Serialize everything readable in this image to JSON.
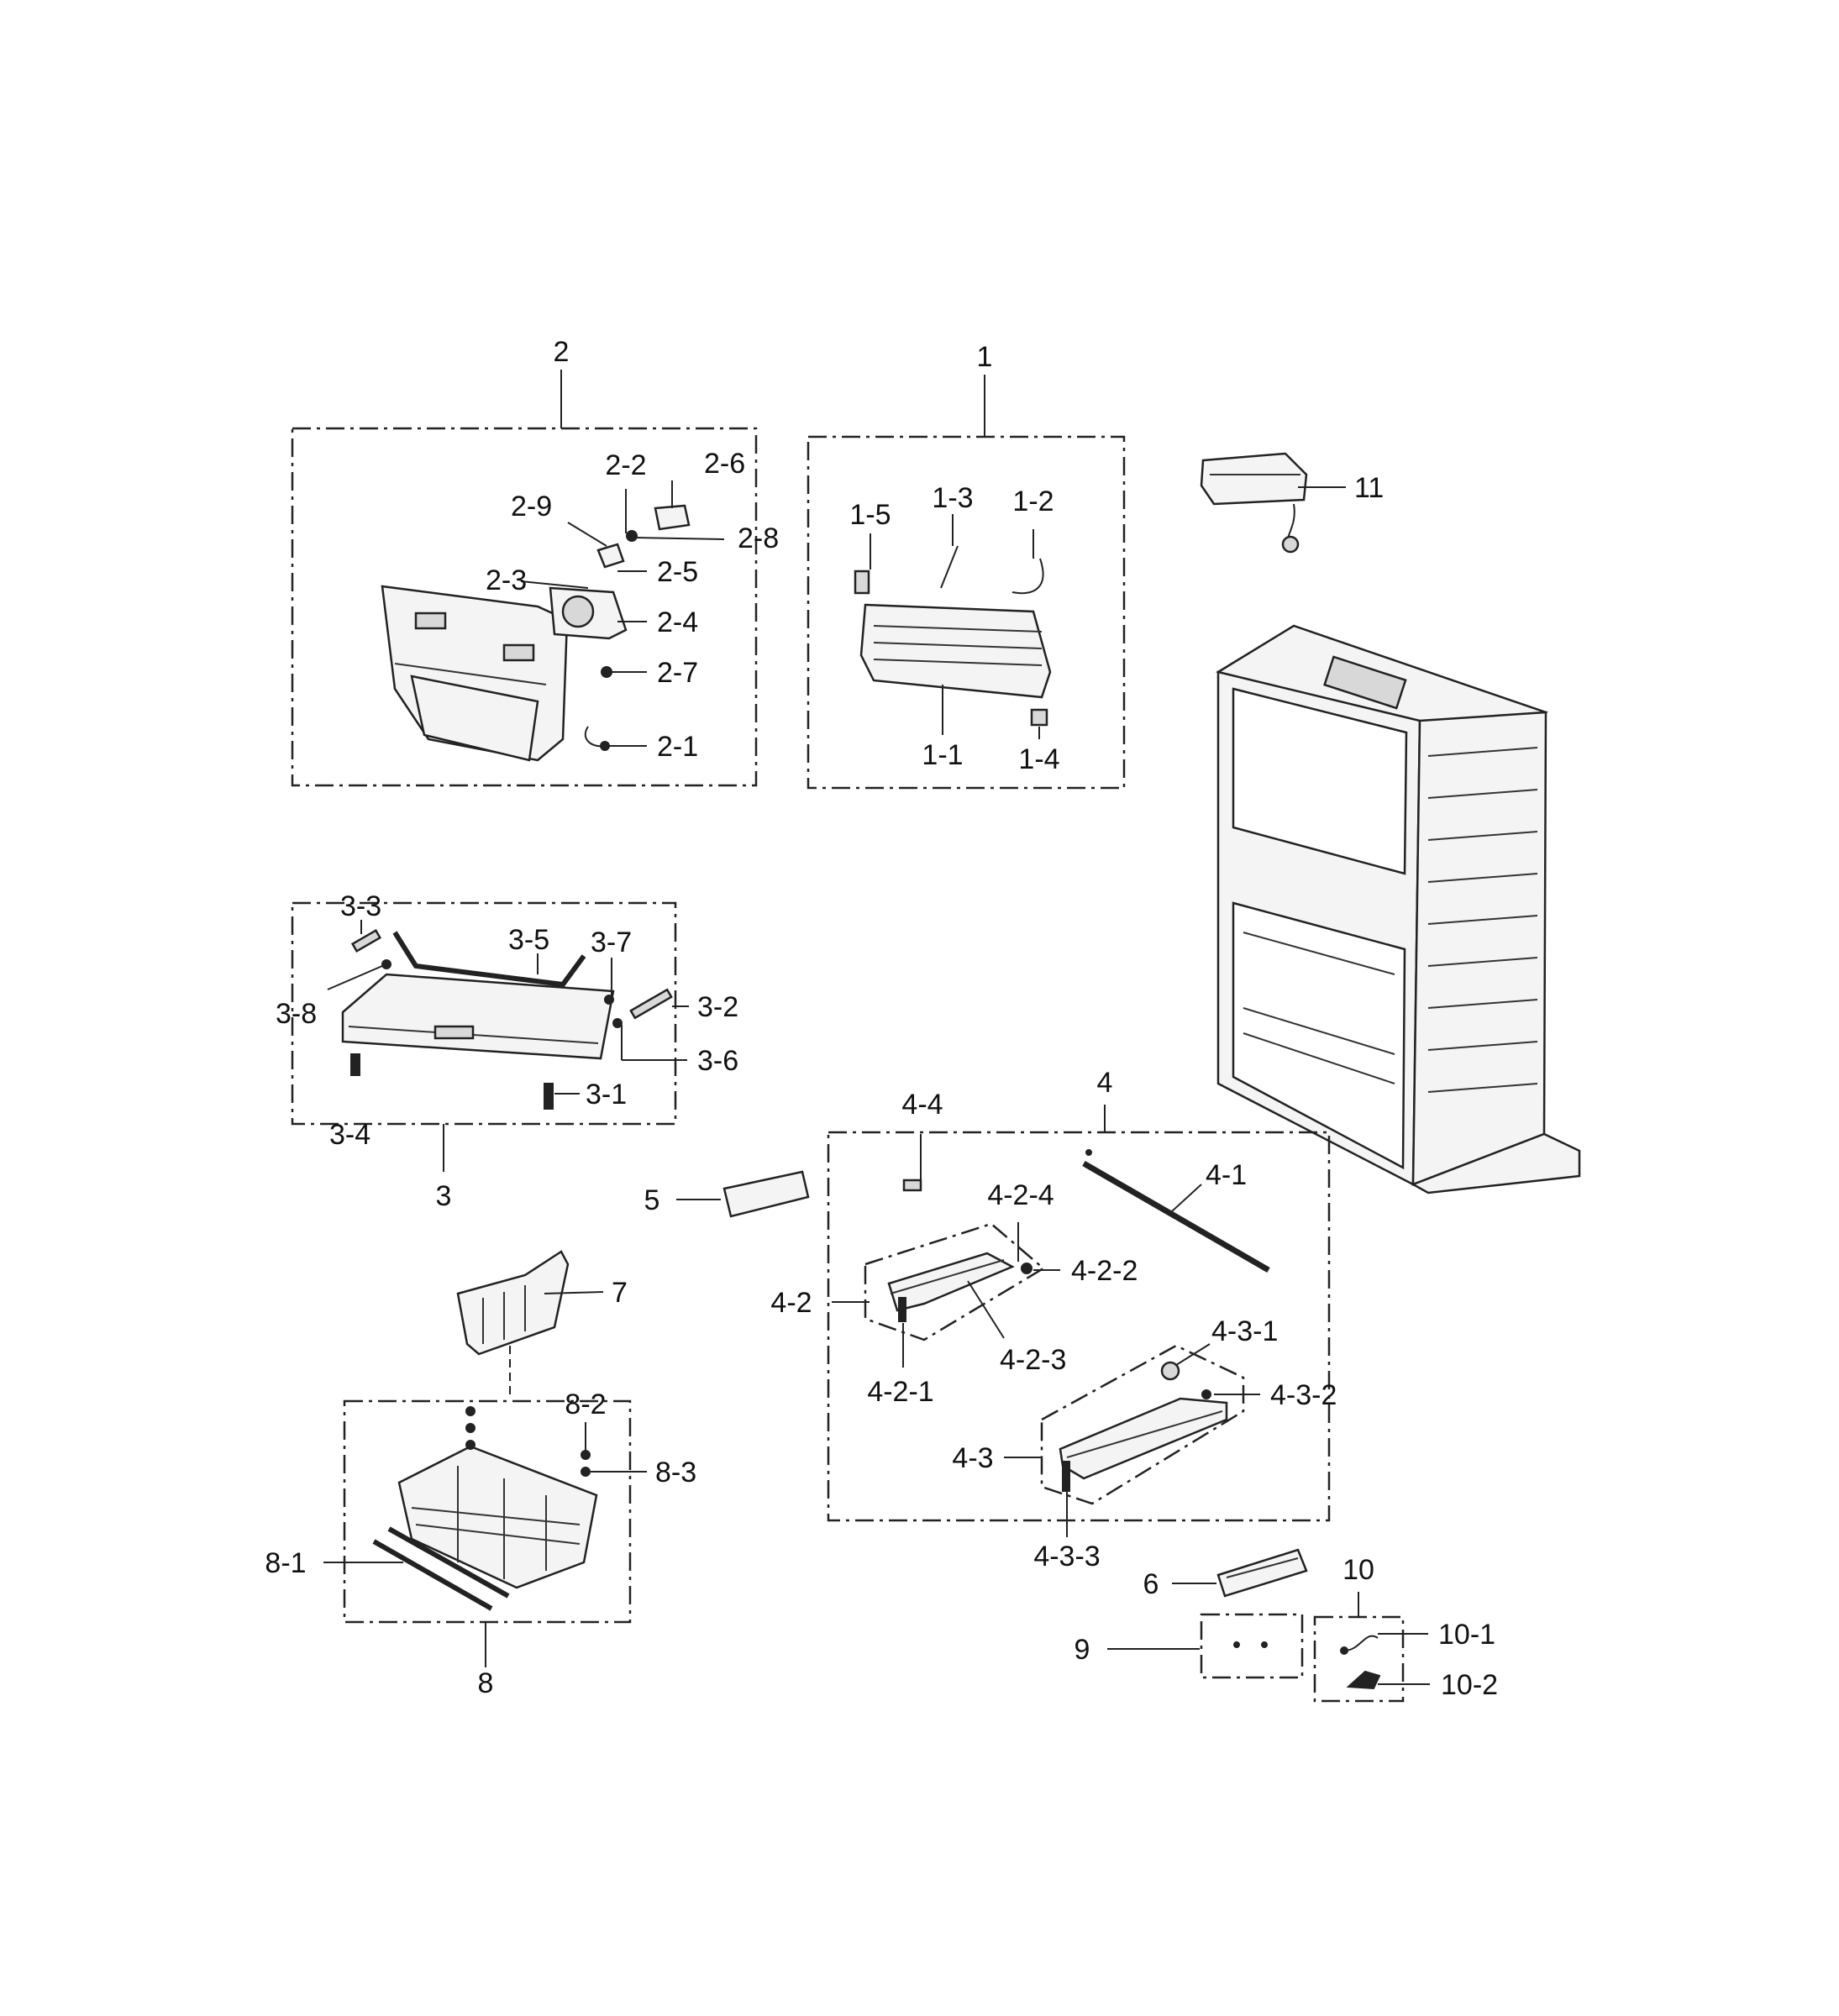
{
  "labels": {
    "g1": "1",
    "g1_5": "1-5",
    "g1_3": "1-3",
    "g1_2": "1-2",
    "g1_1": "1-1",
    "g1_4": "1-4",
    "g2": "2",
    "g2_2": "2-2",
    "g2_6": "2-6",
    "g2_9": "2-9",
    "g2_8": "2-8",
    "g2_3": "2-3",
    "g2_5": "2-5",
    "g2_4": "2-4",
    "g2_7": "2-7",
    "g2_1": "2-1",
    "g11": "11",
    "g3": "3",
    "g3_3": "3-3",
    "g3_5": "3-5",
    "g3_7": "3-7",
    "g3_8": "3-8",
    "g3_2": "3-2",
    "g3_6": "3-6",
    "g3_1": "3-1",
    "g3_4": "3-4",
    "g4": "4",
    "g4_4": "4-4",
    "g4_1": "4-1",
    "g4_2_4": "4-2-4",
    "g4_2_2": "4-2-2",
    "g4_2": "4-2",
    "g4_2_3": "4-2-3",
    "g4_2_1": "4-2-1",
    "g4_3_1": "4-3-1",
    "g4_3_2": "4-3-2",
    "g4_3": "4-3",
    "g4_3_3": "4-3-3",
    "g5": "5",
    "g6": "6",
    "g7": "7",
    "g8": "8",
    "g8_2": "8-2",
    "g8_3": "8-3",
    "g8_1": "8-1",
    "g9": "9",
    "g10": "10",
    "g10_1": "10-1",
    "g10_2": "10-2"
  }
}
